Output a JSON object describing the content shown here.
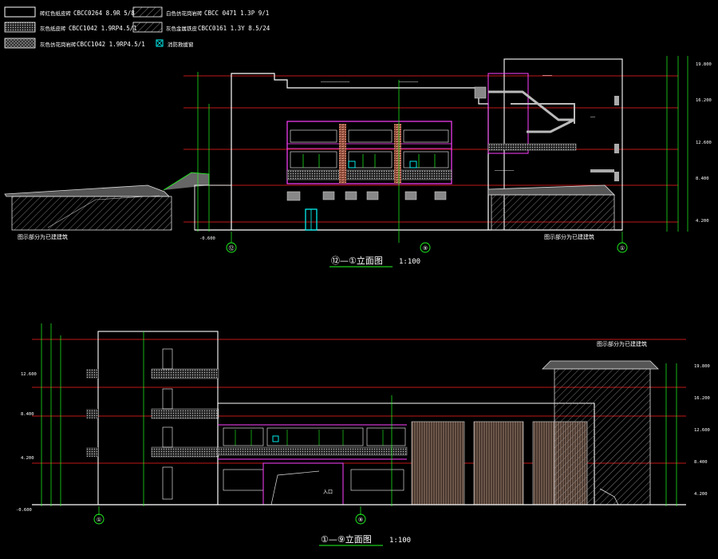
{
  "legend": [
    {
      "swatch": "outline",
      "desc": "砖红色纸皮砖",
      "code": "CBCC0264 8.9R 5/8"
    },
    {
      "swatch": "dots",
      "desc": "灰色纸皮砖",
      "code": "CBCC1042 1.9RP4.5/1"
    },
    {
      "swatch": "cross",
      "desc": "灰色仿花岗岩砖",
      "code": "CBCC1042 1.9RP4.5/1"
    },
    {
      "swatch": "hatch",
      "desc": "白色仿花岗岩砖",
      "code": "CBCC 0471 1.3P 9/1"
    },
    {
      "swatch": "hatch2",
      "desc": "灰色金属铁皮",
      "code": "CBCC0161 1.3Y 8.5/24"
    },
    {
      "swatch": "box",
      "desc": "消防救援窗",
      "code": ""
    }
  ],
  "upper": {
    "title": "⑫—①立面图",
    "scale": "1:100",
    "grid_left": "⑫",
    "grid_mid": "⑨",
    "grid_right": "①",
    "note_left": "图示部分为已建建筑",
    "note_right": "图示部分为已建建筑",
    "elev_top": "19.800",
    "elev_ground": "-0.600"
  },
  "lower": {
    "title": "①—⑨立面图",
    "scale": "1:100",
    "grid_left": "①",
    "grid_right": "⑨",
    "note_right": "图示部分为已建建筑",
    "label_bottom": "入口",
    "elev_ground": "-0.600"
  },
  "colors": {
    "white": "#ffffff",
    "red": "#ff2020",
    "green": "#20ff20",
    "magenta": "#ff40ff",
    "cyan": "#00ffff",
    "yellow": "#ffff40",
    "gray": "#8a8a8a",
    "brick": "#c07060"
  }
}
